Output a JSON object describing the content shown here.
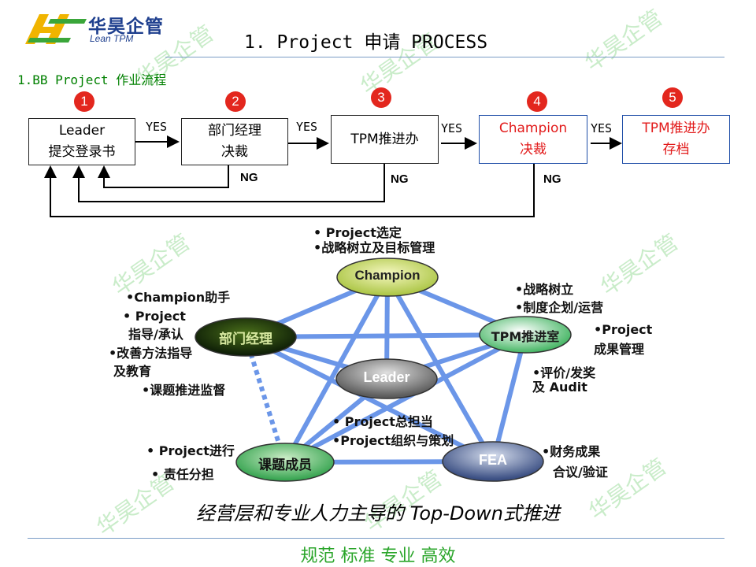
{
  "logo": {
    "name_cn": "华昊企管",
    "name_en": "Lean TPM"
  },
  "title": "1. Project 申请 PROCESS",
  "section": "1.BB Project 作业流程",
  "watermark": "华昊企管",
  "flow": {
    "steps": [
      {
        "num": "1",
        "line1": "Leader",
        "line2": "提交登录书"
      },
      {
        "num": "2",
        "line1": "部门经理",
        "line2": "决裁"
      },
      {
        "num": "3",
        "line1": "TPM推进办",
        "line2": ""
      },
      {
        "num": "4",
        "line1": "Champion",
        "line2": "决裁"
      },
      {
        "num": "5",
        "line1": "TPM推进办",
        "line2": "存档"
      }
    ],
    "yes_label": "YES",
    "ng_label": "NG"
  },
  "network": {
    "nodes": {
      "champion": "Champion",
      "manager": "部门经理",
      "tpm": "TPM推进室",
      "leader": "Leader",
      "member": "课题成员",
      "fea": "FEA"
    },
    "notes": {
      "champion": [
        "• Project选定",
        "•战略树立及目标管理"
      ],
      "manager": [
        "•Champion助手",
        "• Project",
        "指导/承认",
        "•改善方法指导",
        "及教育",
        "•课题推进监督"
      ],
      "tpm_top": [
        "•战略树立",
        "•制度企划/运营"
      ],
      "tpm_right": [
        "•Project",
        "成果管理"
      ],
      "tpm_bottom": [
        "•评价/发奖",
        "及 Audit"
      ],
      "leader": [
        "• Project总担当",
        "•Project组织与策划"
      ],
      "member": [
        "• Project进行",
        "• 责任分担"
      ],
      "fea": [
        "•财务成果",
        "合议/验证"
      ]
    },
    "colors": {
      "link": "#6b96e8",
      "node_light": "#b8cf58",
      "node_dark": "#11240a",
      "node_gray": "#7b7b7b",
      "node_tpm": "#3fb15e",
      "node_member": "#39ad54",
      "node_fea": "#46598c"
    }
  },
  "tagline": "经营层和专业人力主导的 Top-Down式推进",
  "footer": "规范 标准 专业 高效"
}
